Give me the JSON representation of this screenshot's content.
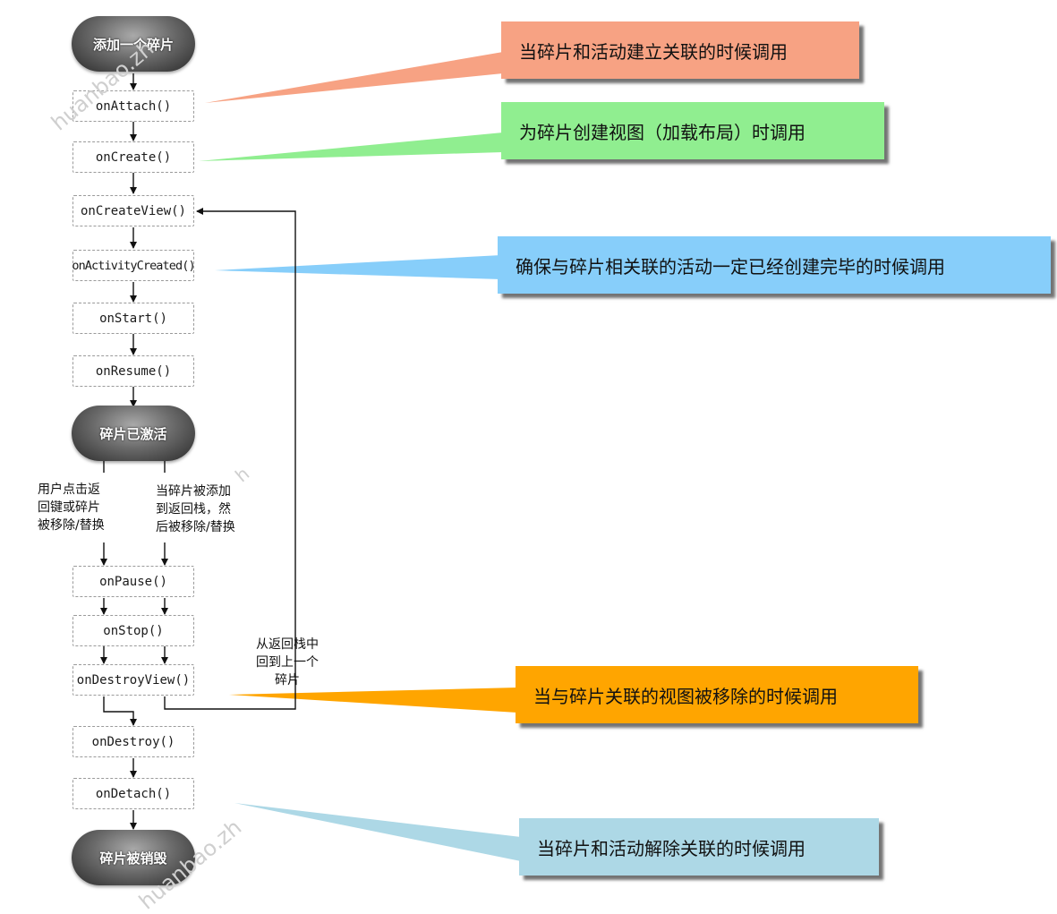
{
  "states": {
    "add_fragment": "添加一个碎片",
    "fragment_active": "碎片已激活",
    "fragment_destroyed": "碎片被销毁"
  },
  "methods": {
    "onAttach": "onAttach()",
    "onCreate": "onCreate()",
    "onCreateView": "onCreateView()",
    "onActivityCreated": "onActivityCreated()",
    "onStart": "onStart()",
    "onResume": "onResume()",
    "onPause": "onPause()",
    "onStop": "onStop()",
    "onDestroyView": "onDestroyView()",
    "onDestroy": "onDestroy()",
    "onDetach": "onDetach()"
  },
  "notes": {
    "back_or_replace": "用户点击返\n回键或碎片\n被移除/替换",
    "added_to_backstack": "当碎片被添加\n到返回栈，然\n后被移除/替换",
    "return_from_backstack": "从返回栈中\n回到上一个\n碎片"
  },
  "callouts": {
    "attach": {
      "text": "当碎片和活动建立关联的时候调用",
      "color": "#f7a283"
    },
    "create_view": {
      "text": "为碎片创建视图（加载布局）时调用",
      "color": "#90ee90"
    },
    "activity_created": {
      "text": "确保与碎片相关联的活动一定已经创建完毕的时候调用",
      "color": "#87cefa"
    },
    "destroy_view": {
      "text": "当与碎片关联的视图被移除的时候调用",
      "color": "#ffa500"
    },
    "detach": {
      "text": "当碎片和活动解除关联的时候调用",
      "color": "#add8e6"
    }
  },
  "watermarks": [
    "huanbao.zh",
    "huanbao.zh",
    "h"
  ]
}
